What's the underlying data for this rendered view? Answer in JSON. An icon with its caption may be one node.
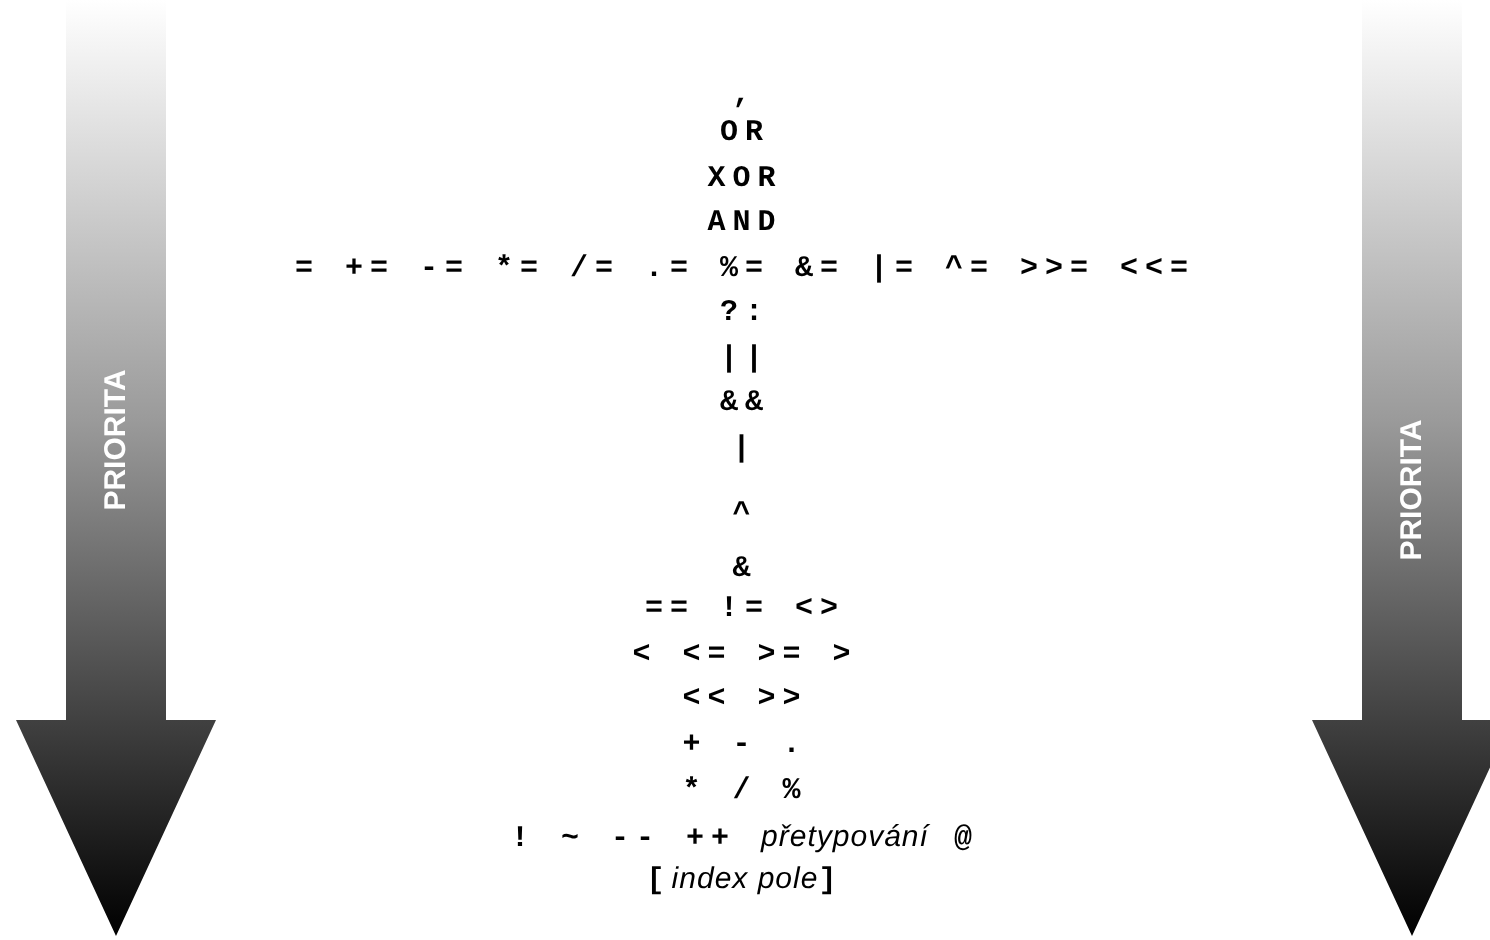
{
  "diagram": {
    "nodes": [
      {
        "text": [
          "PRIORITA"
        ]
      },
      {
        "text": [
          "PRIORITA"
        ]
      }
    ],
    "edges": [],
    "labels": [
      ",",
      "OR",
      "XOR",
      "AND",
      "= += -= *= /= .= %= &= |= ^= >>= <<=",
      "?:",
      "||",
      "&&",
      "|",
      "^",
      "&",
      "== != <>",
      "< <= >= >",
      "<< >>",
      "+ - .",
      "* / %",
      "! ~ -- ++ *přetypování* @",
      "[*index pole*]"
    ]
  }
}
